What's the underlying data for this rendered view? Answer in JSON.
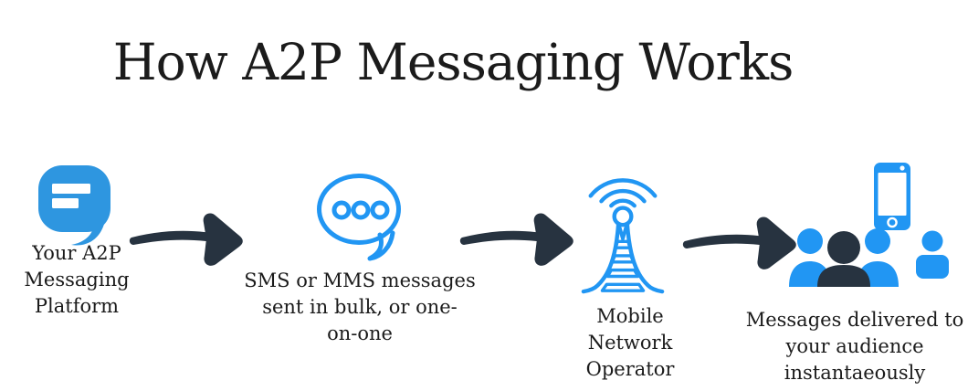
{
  "title": "How A2P Messaging Works",
  "steps": [
    {
      "icon": "chat-bubble-filled-icon",
      "label": "Your A2P\nMessaging\nPlatform"
    },
    {
      "icon": "speech-bubble-dots-icon",
      "label": "SMS or MMS messages\nsent in bulk, or one-\non-one"
    },
    {
      "icon": "cell-tower-icon",
      "label": "Mobile\nNetwork\nOperator"
    },
    {
      "icon": "audience-phone-icon",
      "label": "Messages delivered to\nyour audience\ninstantaeously"
    }
  ],
  "connector_icon": "brush-arrow-right-icon",
  "colors": {
    "accent_blue": "#2196F3",
    "bubble_blue": "#2E96E0",
    "dark_navy": "#273340",
    "text_dark": "#1B1B1B"
  }
}
